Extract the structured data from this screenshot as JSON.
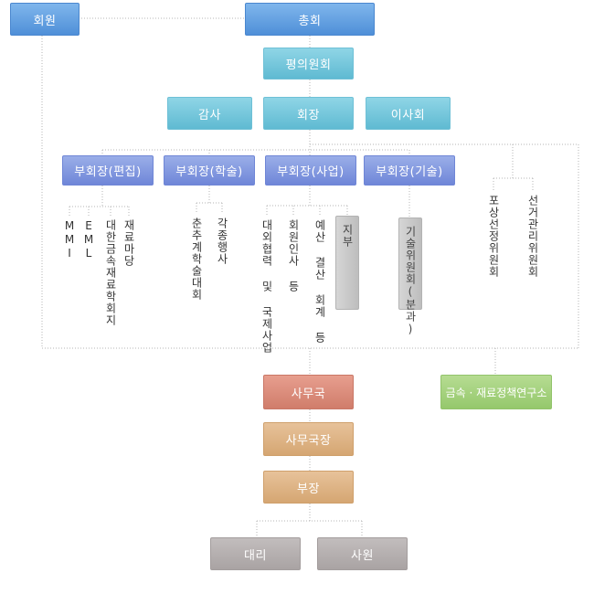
{
  "nodes": {
    "members": "회원",
    "general_assembly": "총회",
    "council": "평의원회",
    "auditor": "감사",
    "president": "회장",
    "board": "이사회",
    "vp_editing": "부회장(편집)",
    "vp_academic": "부회장(학술)",
    "vp_business": "부회장(사업)",
    "vp_technical": "부회장(기술)",
    "secretariat": "사무국",
    "secretary_general": "사무국장",
    "manager": "부장",
    "assistant_manager": "대리",
    "staff": "사원",
    "research_institute": "금속 · 재료정책연구소"
  },
  "editing_items": [
    "MMI",
    "EML",
    "대한금속재료학회지",
    "재료마당"
  ],
  "academic_items": [
    "춘추계학술대회",
    "각종행사"
  ],
  "business_items": [
    "대외협력 및 국제사업",
    "회원인사 등",
    "예산 결산 회계 등"
  ],
  "business_branch": "지부",
  "technical_committee": "기술위원회(분과)",
  "committees": [
    "포상선정위원회",
    "선거관리위원회"
  ],
  "colors": {
    "blue": "#5a9ade",
    "teal": "#6ec0d6",
    "purple": "#7a8fdc",
    "red": "#d48473",
    "tan": "#d9ab78",
    "green": "#9ccc74",
    "gray": "#aaa4a4",
    "connector": "#b0b0b0"
  }
}
